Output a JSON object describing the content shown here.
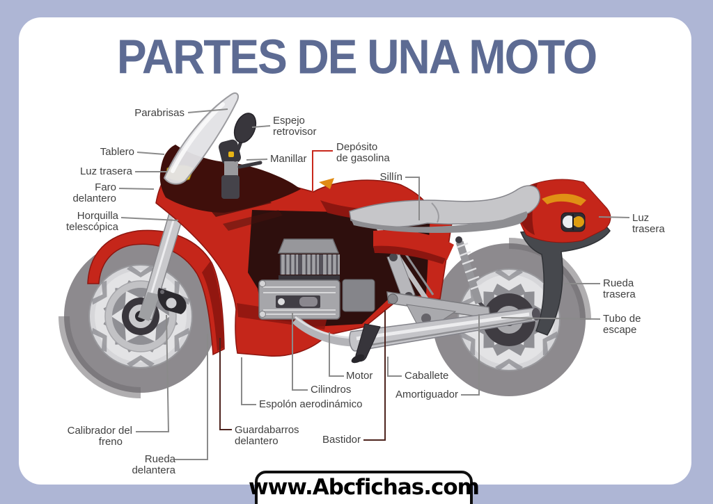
{
  "title": {
    "text": "PARTES DE UNA MOTO",
    "color": "#5d6b93"
  },
  "watermark": {
    "text": "www.Abcfichas.com"
  },
  "palette": {
    "background": "#aeb6d5",
    "card": "#ffffff",
    "body_red": "#c5261a",
    "shadow_red": "#8c1610",
    "dark_maroon": "#2e0f0d",
    "leader_gray": "#8a8a8a",
    "leader_red": "#c8281c",
    "leader_maroon": "#4d231d",
    "label_text": "#3f3f3f"
  },
  "labels": [
    {
      "id": "parabrisas",
      "lines": [
        "Parabrisas"
      ]
    },
    {
      "id": "espejo-retrovisor",
      "lines": [
        "Espejo",
        "retrovisor"
      ]
    },
    {
      "id": "tablero",
      "lines": [
        "Tablero"
      ]
    },
    {
      "id": "manillar",
      "lines": [
        "Manillar"
      ]
    },
    {
      "id": "deposito-de-gasolina",
      "lines": [
        "Depósito",
        "de gasolina"
      ]
    },
    {
      "id": "luz-trasera-izquierda",
      "lines": [
        "Luz trasera"
      ]
    },
    {
      "id": "sillin",
      "lines": [
        "Sillín"
      ]
    },
    {
      "id": "faro-delantero",
      "lines": [
        "Faro",
        "delantero"
      ]
    },
    {
      "id": "horquilla-telescopica",
      "lines": [
        "Horquilla",
        "telescópica"
      ]
    },
    {
      "id": "luz-trasera-derecha",
      "lines": [
        "Luz",
        "trasera"
      ]
    },
    {
      "id": "rueda-trasera",
      "lines": [
        "Rueda",
        "trasera"
      ]
    },
    {
      "id": "tubo-de-escape",
      "lines": [
        "Tubo de",
        "escape"
      ]
    },
    {
      "id": "motor",
      "lines": [
        "Motor"
      ]
    },
    {
      "id": "caballete",
      "lines": [
        "Caballete"
      ]
    },
    {
      "id": "cilindros",
      "lines": [
        "Cilindros"
      ]
    },
    {
      "id": "amortiguador",
      "lines": [
        "Amortiguador"
      ]
    },
    {
      "id": "espolon-aerodinamico",
      "lines": [
        "Espolón aerodinámico"
      ]
    },
    {
      "id": "calibrador-del-freno",
      "lines": [
        "Calibrador del",
        "freno"
      ]
    },
    {
      "id": "rueda-delantera",
      "lines": [
        "Rueda",
        "delantera"
      ]
    },
    {
      "id": "guardabarros-delantero",
      "lines": [
        "Guardabarros",
        "delantero"
      ]
    },
    {
      "id": "bastidor",
      "lines": [
        "Bastidor"
      ]
    }
  ]
}
